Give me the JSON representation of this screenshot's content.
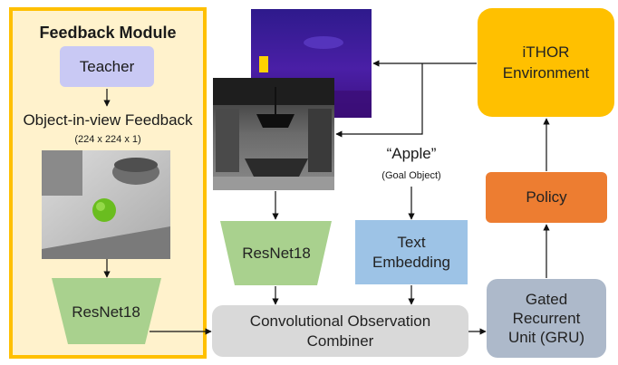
{
  "feedback_module": {
    "title": "Feedback Module",
    "teacher": "Teacher",
    "object_in_view": "Object-in-view Feedback",
    "dims": "(224 x 224 x 1)",
    "resnet": "ResNet18"
  },
  "main_resnet": "ResNet18",
  "goal": {
    "word": "“Apple”",
    "caption": "(Goal Object)"
  },
  "text_embedding": [
    "Text",
    "Embedding"
  ],
  "combiner": [
    "Convolutional Observation",
    "Combiner"
  ],
  "gru": [
    "Gated",
    "Recurrent",
    "Unit (GRU)"
  ],
  "policy": "Policy",
  "environment": [
    "iTHOR",
    "Environment"
  ],
  "colors": {
    "feedback_bg": "#fff2cc",
    "feedback_border": "#ffc000",
    "teacher": "#c9c9f4",
    "resnet": "#a9d18e",
    "text_embedding": "#9dc3e6",
    "combiner": "#d9d9d9",
    "gru": "#adb9ca",
    "policy": "#ed7d31",
    "environment": "#ffc000",
    "depth_map": "#3a1b9a"
  }
}
